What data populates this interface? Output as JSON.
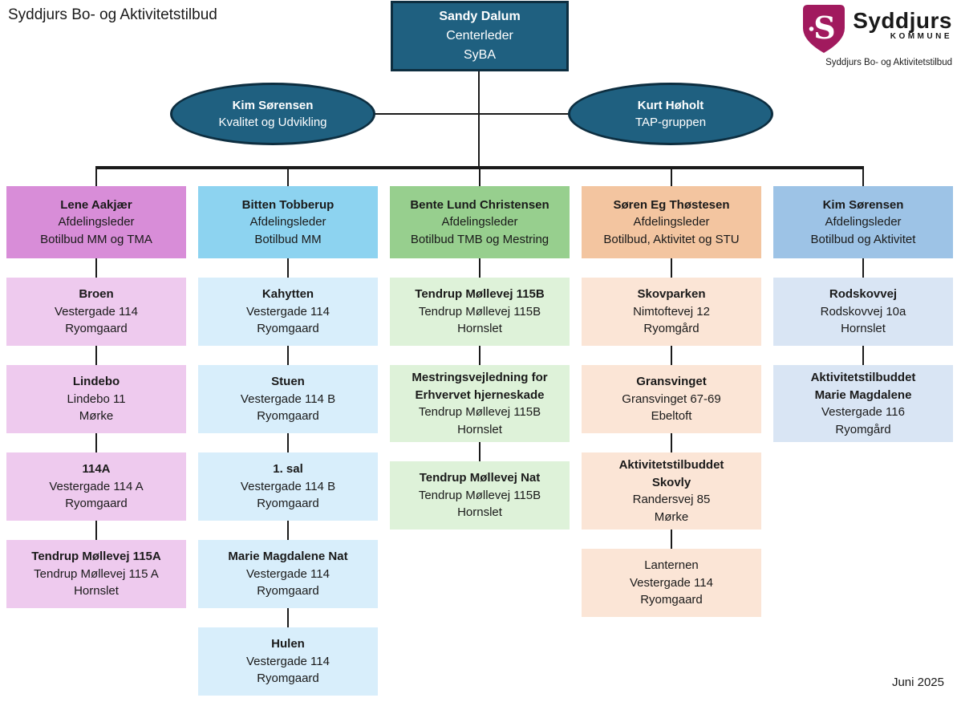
{
  "page": {
    "title": "Syddjurs Bo- og Aktivitetstilbud",
    "date": "Juni 2025"
  },
  "logo": {
    "name": "Syddjurs",
    "subtitle": "KOMMUNE",
    "caption": "Syddjurs Bo- og Aktivitetstilbud",
    "shield_color": "#A11A5E"
  },
  "colors": {
    "node_fill": "#1F6080",
    "node_border": "#0D2E40",
    "connector": "#1A1A1A"
  },
  "root": {
    "name": "Sandy Dalum",
    "role": "Centerleder",
    "org": "SyBA"
  },
  "staff": [
    {
      "name": "Kim Sørensen",
      "role": "Kvalitet og Udvikling"
    },
    {
      "name": "Kurt Høholt",
      "role": "TAP-gruppen"
    }
  ],
  "columns": [
    {
      "colors": {
        "header": "#D88DD8",
        "child": "#EECAEE"
      },
      "leader": {
        "name": "Lene Aakjær",
        "role": "Afdelingsleder",
        "unit": "Botilbud MM og TMA"
      },
      "units": [
        {
          "title": [
            "Broen"
          ],
          "lines": [
            "Vestergade 114",
            "Ryomgaard"
          ]
        },
        {
          "title": [
            "Lindebo"
          ],
          "lines": [
            "Lindebo 11",
            "Mørke"
          ]
        },
        {
          "title": [
            "114A"
          ],
          "lines": [
            "Vestergade 114 A",
            "Ryomgaard"
          ]
        },
        {
          "title": [
            "Tendrup Møllevej 115A"
          ],
          "lines": [
            "Tendrup Møllevej 115 A",
            "Hornslet"
          ]
        }
      ]
    },
    {
      "colors": {
        "header": "#8DD3F0",
        "child": "#D8EEFB"
      },
      "leader": {
        "name": "Bitten Tobberup",
        "role": "Afdelingsleder",
        "unit": "Botilbud MM"
      },
      "units": [
        {
          "title": [
            "Kahytten"
          ],
          "lines": [
            "Vestergade 114",
            "Ryomgaard"
          ]
        },
        {
          "title": [
            "Stuen"
          ],
          "lines": [
            "Vestergade 114 B",
            "Ryomgaard"
          ]
        },
        {
          "title": [
            "1. sal"
          ],
          "lines": [
            "Vestergade 114 B",
            "Ryomgaard"
          ]
        },
        {
          "title": [
            "Marie Magdalene Nat"
          ],
          "lines": [
            "Vestergade 114",
            "Ryomgaard"
          ]
        },
        {
          "title": [
            "Hulen"
          ],
          "lines": [
            "Vestergade 114",
            "Ryomgaard"
          ]
        }
      ]
    },
    {
      "colors": {
        "header": "#97CF8E",
        "child": "#DEF2D9"
      },
      "leader": {
        "name": "Bente Lund Christensen",
        "role": "Afdelingsleder",
        "unit": "Botilbud TMB og Mestring"
      },
      "units": [
        {
          "title": [
            "Tendrup Møllevej 115B"
          ],
          "lines": [
            "Tendrup Møllevej 115B",
            "Hornslet"
          ]
        },
        {
          "title": [
            "Mestringsvejledning for",
            "Erhvervet hjerneskade"
          ],
          "lines": [
            "Tendrup Møllevej 115B",
            "Hornslet"
          ]
        },
        {
          "title": [
            "Tendrup Møllevej Nat"
          ],
          "lines": [
            "Tendrup Møllevej 115B",
            "Hornslet"
          ]
        }
      ]
    },
    {
      "colors": {
        "header": "#F3C5A0",
        "child": "#FBE5D6"
      },
      "leader": {
        "name": "Søren Eg Thøstesen",
        "role": "Afdelingsleder",
        "unit": "Botilbud, Aktivitet og STU"
      },
      "units": [
        {
          "title": [
            "Skovparken"
          ],
          "lines": [
            "Nimtoftevej 12",
            "Ryomgård"
          ]
        },
        {
          "title": [
            "Gransvinget"
          ],
          "lines": [
            "Gransvinget 67-69",
            "Ebeltoft"
          ]
        },
        {
          "title": [
            "Aktivitetstilbuddet",
            "Skovly"
          ],
          "lines": [
            "Randersvej 85",
            "Mørke"
          ]
        },
        {
          "title": [
            "Lanternen"
          ],
          "title_bold": false,
          "lines": [
            "Vestergade 114",
            "Ryomgaard"
          ]
        }
      ]
    },
    {
      "colors": {
        "header": "#9DC3E6",
        "child": "#D9E5F4"
      },
      "leader": {
        "name": "Kim Sørensen",
        "role": "Afdelingsleder",
        "unit": "Botilbud og Aktivitet"
      },
      "units": [
        {
          "title": [
            "Rodskovvej"
          ],
          "lines": [
            "Rodskovvej 10a",
            "Hornslet"
          ]
        },
        {
          "title": [
            "Aktivitetstilbuddet",
            "Marie Magdalene"
          ],
          "lines": [
            "Vestergade 116",
            "Ryomgård"
          ]
        }
      ]
    }
  ]
}
